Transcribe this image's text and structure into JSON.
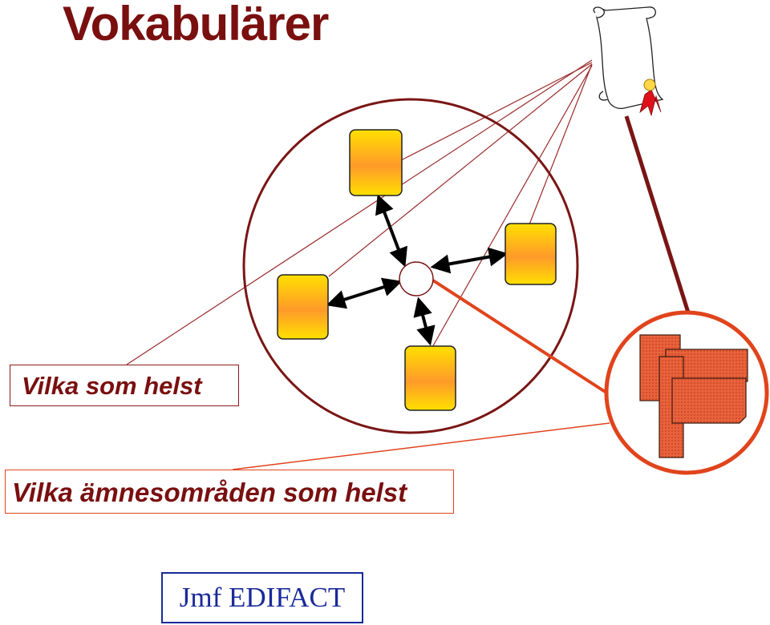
{
  "title": "Vokabulärer",
  "labels": {
    "any": "Vilka som helst",
    "any_domains": "Vilka ämnesområden som helst"
  },
  "footer": "Jmf EDIFACT",
  "colors": {
    "title": "#7a0f0f",
    "main_circle": "#7a1515",
    "zoom_circle": "#e0441c",
    "node_gradient_top": "#ffe000",
    "node_gradient_mid": "#ff9a2a",
    "footer_border": "#1a2a9a"
  },
  "icons": {
    "scroll": "certificate-scroll-icon",
    "ribbon": "award-ribbon-icon",
    "documents": "stacked-documents-icon"
  }
}
